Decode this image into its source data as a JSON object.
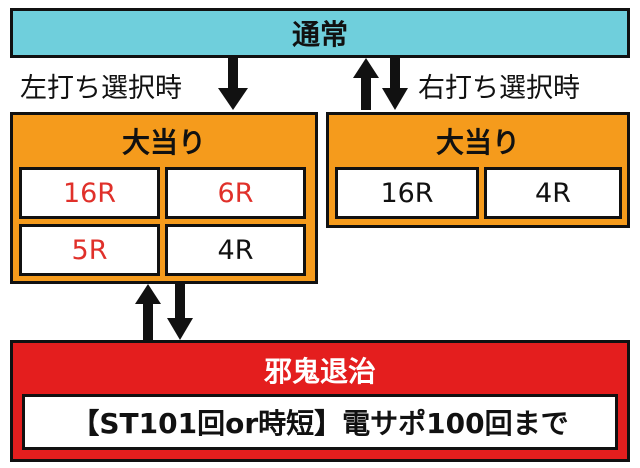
{
  "top": {
    "label": "通常",
    "color": "#6fcfdc"
  },
  "left_arrow_label": "左打ち選択時",
  "right_arrow_label": "右打ち選択時",
  "left_box": {
    "title": "大当り",
    "color": "#f59b1c",
    "cells": [
      {
        "label": "16R",
        "color": "#e0302a"
      },
      {
        "label": "6R",
        "color": "#e0302a"
      },
      {
        "label": "5R",
        "color": "#e0302a"
      },
      {
        "label": "4R",
        "color": "#111111"
      }
    ]
  },
  "right_box": {
    "title": "大当り",
    "color": "#f59b1c",
    "cells": [
      {
        "label": "16R",
        "color": "#111111"
      },
      {
        "label": "4R",
        "color": "#111111"
      }
    ]
  },
  "bottom": {
    "title": "邪鬼退治",
    "color": "#e41e1e",
    "detail": "【ST101回or時短】電サポ100回まで"
  }
}
